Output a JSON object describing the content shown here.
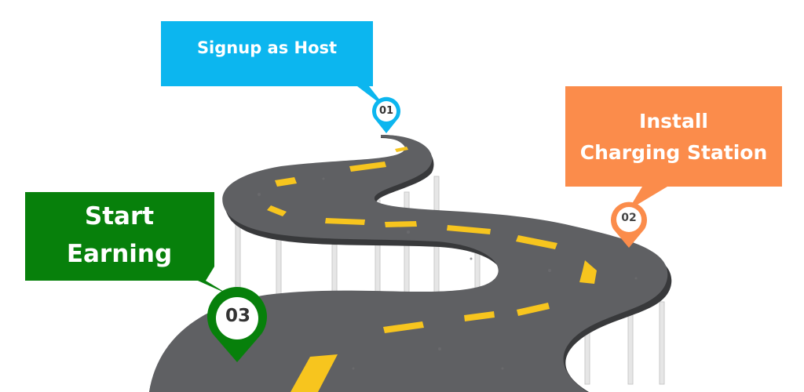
{
  "steps": [
    {
      "number": "01",
      "label": "Signup as Host",
      "color": "#0cb6ef"
    },
    {
      "number": "02",
      "label_lines": [
        "Install",
        "Charging Station"
      ],
      "color": "#fb8c4b"
    },
    {
      "number": "03",
      "label_lines": [
        "Start",
        "Earning"
      ],
      "color": "#07800b"
    }
  ],
  "colors": {
    "road": "#5f6063",
    "road_edge": "#3a3b3d",
    "lane_marking": "#f7c51e",
    "pillar": "#e4e4e4"
  }
}
